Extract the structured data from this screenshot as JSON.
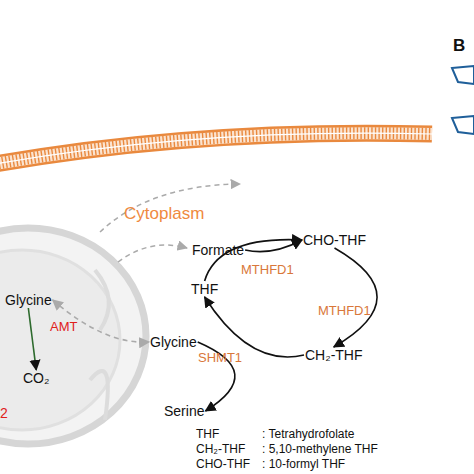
{
  "diagram": {
    "nodes": [
      {
        "text": [
          "Glycine"
        ]
      },
      {
        "text": [
          "CO₂"
        ]
      },
      {
        "text": [
          "Formate"
        ]
      },
      {
        "text": [
          "CHO-THF"
        ]
      },
      {
        "text": [
          "THF"
        ]
      },
      {
        "text": [
          "CH₂-THF"
        ]
      },
      {
        "text": [
          "Glycine"
        ]
      },
      {
        "text": [
          "Serine"
        ]
      }
    ],
    "edges": [
      {
        "from": 0,
        "to": 1,
        "arrow": "to",
        "label": "AMT"
      },
      {
        "from": 0,
        "to": 6,
        "arrow": "both"
      },
      {
        "from": 4,
        "to": 3,
        "arrow": "to",
        "label": "MTHFD1"
      },
      {
        "from": 2,
        "to": 3,
        "arrow": "to"
      },
      {
        "from": 3,
        "to": 5,
        "arrow": "to",
        "label": "MTHFD1"
      },
      {
        "from": 5,
        "to": 4,
        "arrow": "to",
        "label": "SHMT1"
      },
      {
        "from": 6,
        "to": 7,
        "arrow": "to"
      }
    ],
    "labels": [
      "Cytoplasm",
      "2",
      "B",
      "THF",
      ": Tetrahydrofolate",
      "CH₂-THF",
      ": 5,10-methylene THF",
      "CHO-THF",
      ": 10-formyl THF"
    ]
  }
}
